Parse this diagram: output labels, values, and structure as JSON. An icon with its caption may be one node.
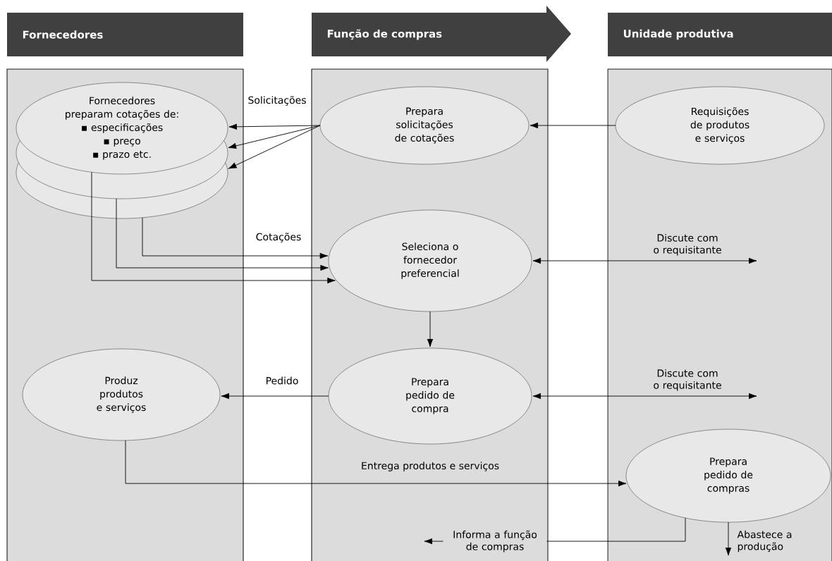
{
  "diagram": {
    "nodes": [
      {
        "text": [
          "Fornecedores"
        ]
      },
      {
        "text": [
          "Função de compras"
        ]
      },
      {
        "text": [
          "Unidade produtiva"
        ]
      },
      {
        "text": [
          "Fornecedores preparam cotações de:",
          "▪ especificações",
          "▪ preço",
          "▪ prazo etc."
        ],
        "in": 0
      },
      {
        "text": [
          "Prepara solicitações de cotações"
        ],
        "in": 1
      },
      {
        "text": [
          "Requisições de produtos e serviços"
        ],
        "in": 2
      },
      {
        "text": [
          "Seleciona o fornecedor preferencial"
        ],
        "in": 1
      },
      {
        "text": [
          "Produz produtos e serviços"
        ],
        "in": 0
      },
      {
        "text": [
          "Prepara pedido de compra"
        ],
        "in": 1
      },
      {
        "text": [
          "Prepara pedido de compras"
        ],
        "in": 2
      }
    ],
    "edges": [
      {
        "from": 4,
        "to": 3,
        "arrow": "to",
        "label": "Solicitações"
      },
      {
        "from": 4,
        "to": 3,
        "arrow": "to"
      },
      {
        "from": 4,
        "to": 3,
        "arrow": "to"
      },
      {
        "from": 5,
        "to": 4,
        "arrow": "to"
      },
      {
        "from": 3,
        "to": 6,
        "arrow": "to",
        "label": "Cotações"
      },
      {
        "from": 3,
        "to": 6,
        "arrow": "to"
      },
      {
        "from": 3,
        "to": 6,
        "arrow": "to"
      },
      {
        "from": 6,
        "to": null,
        "arrow": "both",
        "label": "Discute com o requisitante"
      },
      {
        "from": 6,
        "to": 8,
        "arrow": "to"
      },
      {
        "from": 8,
        "to": null,
        "arrow": "both",
        "label": "Discute com o requisitante"
      },
      {
        "from": 8,
        "to": 7,
        "arrow": "to",
        "label": "Pedido"
      },
      {
        "from": 7,
        "to": 9,
        "arrow": "to",
        "label": "Entrega produtos e serviços"
      },
      {
        "from": 9,
        "to": null,
        "arrow": "to",
        "label": "Informa a função de compras"
      },
      {
        "from": 9,
        "to": null,
        "arrow": "to",
        "label": "Abastece a produção"
      }
    ]
  }
}
